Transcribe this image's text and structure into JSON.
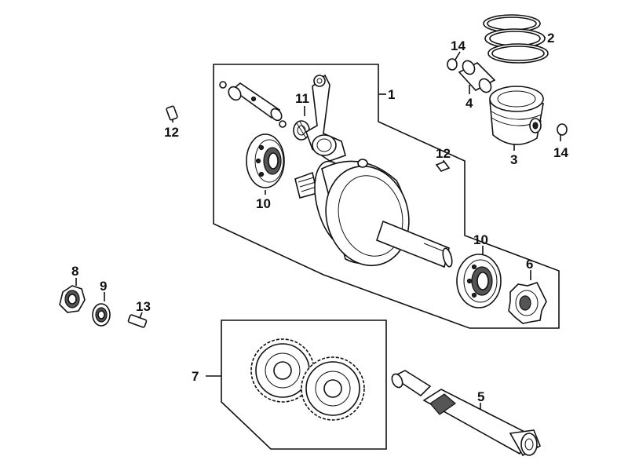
{
  "callouts": {
    "c1": "1",
    "c2": "2",
    "c3": "3",
    "c4": "4",
    "c5": "5",
    "c6": "6",
    "c7": "7",
    "c8": "8",
    "c9": "9",
    "c10a": "10",
    "c10b": "10",
    "c11": "11",
    "c12a": "12",
    "c12b": "12",
    "c13": "13",
    "c14a": "14",
    "c14b": "14"
  }
}
